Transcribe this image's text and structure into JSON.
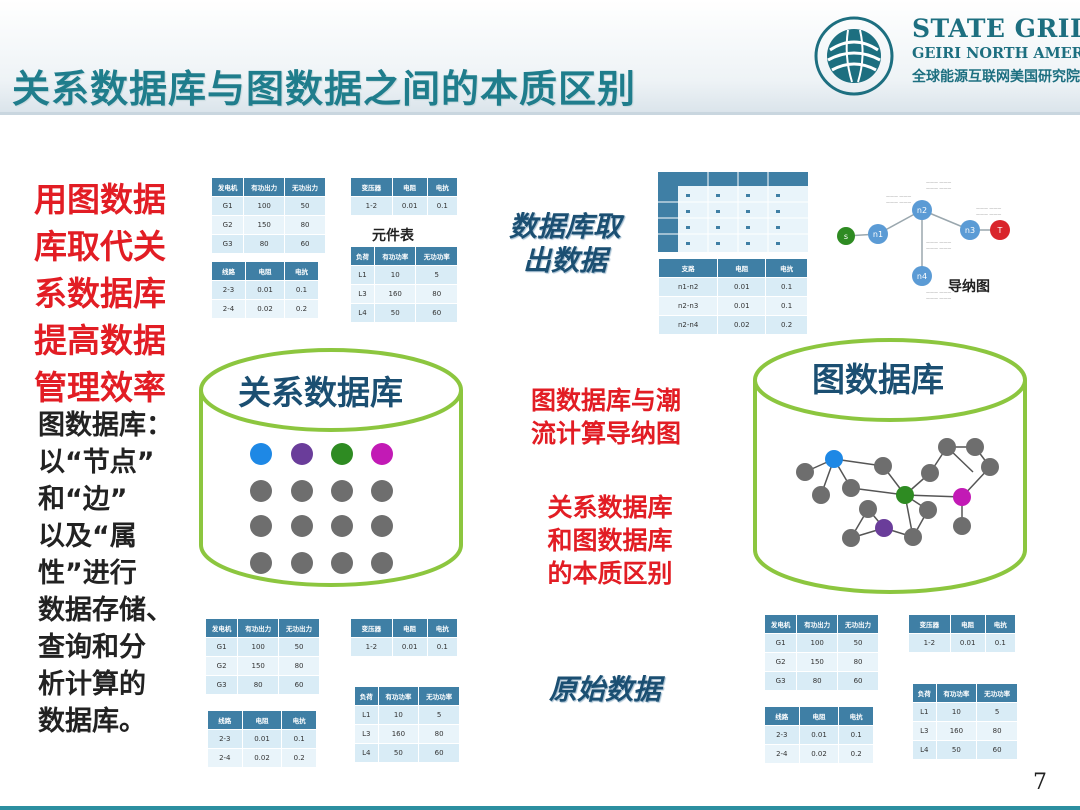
{
  "header": {
    "title": "关系数据库与图数据之间的本质区别",
    "logo": {
      "line1": "STATE GRID",
      "line2": "GEIRI NORTH AMERICA",
      "line3": "全球能源互联网美国研究院"
    }
  },
  "left": {
    "red_heading": "用图数据\n库取代关\n系数据库\n提高数据\n管理效率",
    "description": "图数据库：\n以“节点”\n和“边”\n以及“属\n性”进行\n数据存储、\n查询和分\n析计算的\n数据库。"
  },
  "labels": {
    "component_table": "元件表",
    "derived_graph": "导纳图",
    "extract_data": "数据库取\n出数据",
    "raw_data": "原始数据",
    "graph_vs_flow": "图数据库与潮\n流计算导纳图",
    "essential_diff": "关系数据库\n和图数据库\n的本质区别",
    "relational_db": "关系数据库",
    "graph_db": "图数据库"
  },
  "tables": {
    "gen": {
      "header": [
        "发电机",
        "有功出力",
        "无功出力"
      ],
      "rows": [
        [
          "G1",
          "100",
          "50"
        ],
        [
          "G2",
          "150",
          "80"
        ],
        [
          "G3",
          "80",
          "60"
        ]
      ]
    },
    "xfmr": {
      "header": [
        "变压器",
        "电阻",
        "电抗"
      ],
      "rows": [
        [
          "1-2",
          "0.01",
          "0.1"
        ]
      ]
    },
    "line": {
      "header": [
        "线路",
        "电阻",
        "电抗"
      ],
      "rows": [
        [
          "2-3",
          "0.01",
          "0.1"
        ],
        [
          "2-4",
          "0.02",
          "0.2"
        ]
      ]
    },
    "load": {
      "header": [
        "负荷",
        "有功功率",
        "无功功率"
      ],
      "rows": [
        [
          "L1",
          "10",
          "5"
        ],
        [
          "L3",
          "160",
          "80"
        ],
        [
          "L4",
          "50",
          "60"
        ]
      ]
    },
    "branch": {
      "header": [
        "支路",
        "电阻",
        "电抗"
      ],
      "rows": [
        [
          "n1-n2",
          "0.01",
          "0.1"
        ],
        [
          "n2-n3",
          "0.01",
          "0.1"
        ],
        [
          "n2-n4",
          "0.02",
          "0.2"
        ]
      ]
    }
  },
  "graph_nodes": {
    "s": "s",
    "n1": "n1",
    "n2": "n2",
    "n3": "n3",
    "n4": "n4",
    "t": "T"
  },
  "colors": {
    "title": "#1f7d8c",
    "red": "#e21d24",
    "cylinder": "#8cc63f",
    "blue_node": "#1e88e5",
    "purple_node": "#6a3d9a",
    "green_node": "#2e8b22",
    "magenta_node": "#c21ab5",
    "grey_node": "#6e6e6e"
  },
  "footer": {
    "page_number": "7"
  }
}
